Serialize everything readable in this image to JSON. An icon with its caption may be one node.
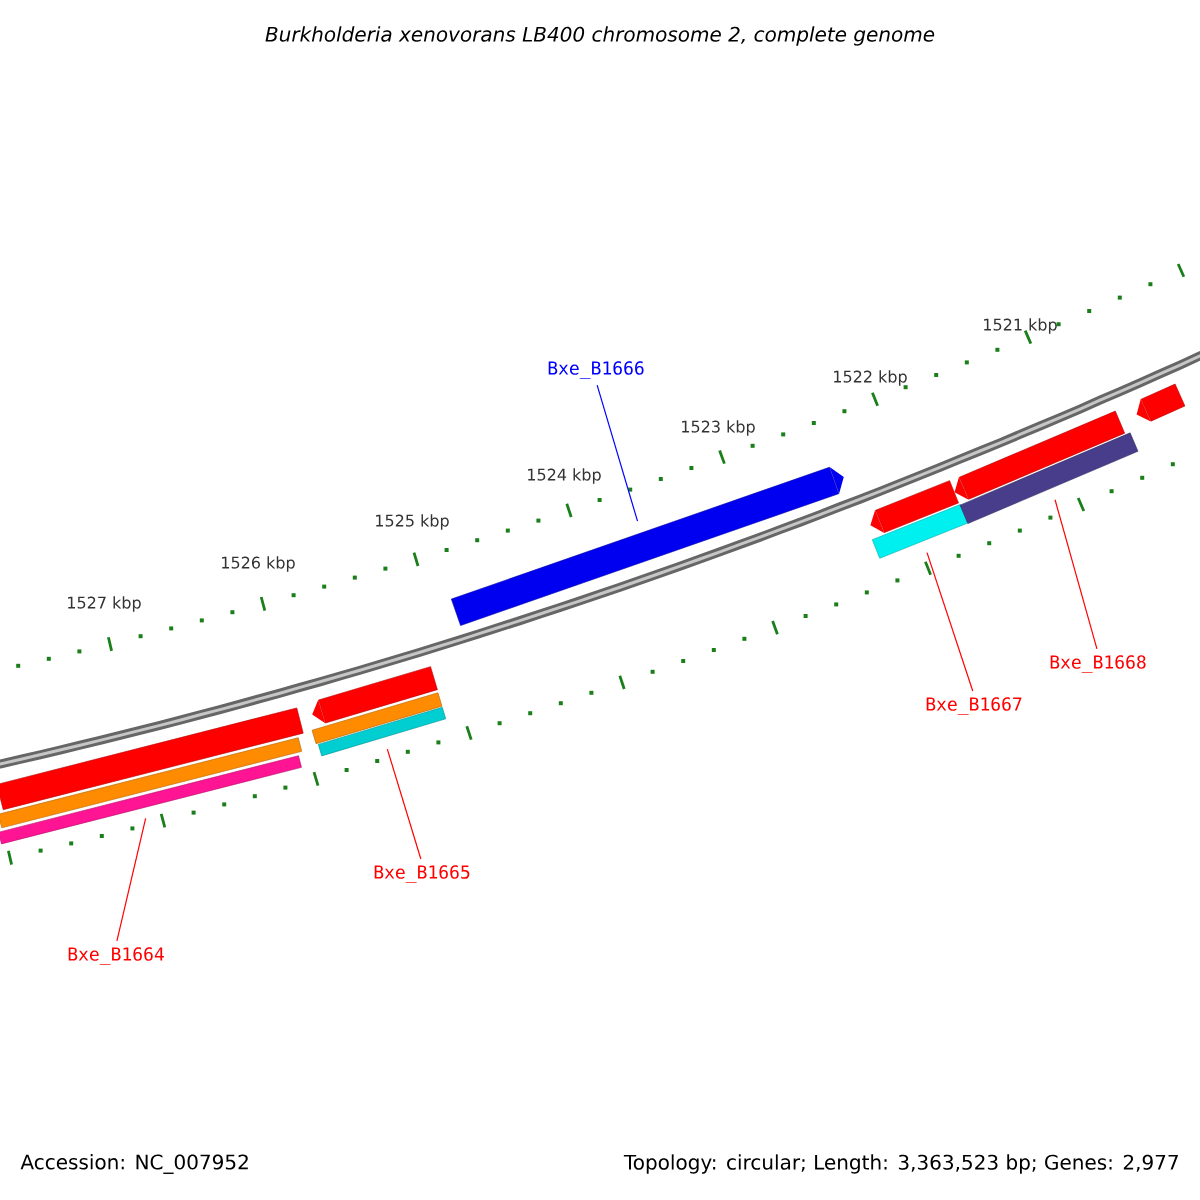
{
  "diagram": {
    "title": "Burkholderia xenovorans LB400 chromosome 2, complete genome",
    "nodes": [
      {
        "text": [
          "Bxe_B1666"
        ]
      },
      {
        "text": [
          "Bxe_B1667"
        ]
      },
      {
        "text": [
          "Bxe_B1668"
        ]
      },
      {
        "text": [
          "Bxe_B1665"
        ]
      },
      {
        "text": [
          "Bxe_B1664"
        ]
      },
      {
        "text": [],
        "shape": "bar"
      },
      {
        "text": [],
        "shape": "bar"
      },
      {
        "text": [],
        "shape": "bar"
      },
      {
        "text": [],
        "shape": "bar"
      },
      {
        "text": [],
        "shape": "bar"
      },
      {
        "text": [],
        "shape": "bar"
      },
      {
        "text": [],
        "shape": "bar"
      },
      {
        "text": [],
        "shape": "bar"
      },
      {
        "text": [],
        "shape": "bar"
      },
      {
        "text": [],
        "shape": "bar"
      },
      {
        "text": [],
        "shape": "bar"
      },
      {
        "text": [],
        "shape": "bar"
      }
    ],
    "edges": [
      {
        "from": 0,
        "to": 11,
        "arrow": "none",
        "color": "#0000ff"
      },
      {
        "from": 1,
        "to": 13,
        "arrow": "none"
      },
      {
        "from": 2,
        "to": 15,
        "arrow": "none"
      },
      {
        "from": 3,
        "to": 10,
        "arrow": "none"
      },
      {
        "from": 4,
        "to": 7,
        "arrow": "none"
      }
    ],
    "labels": [
      "1521 kbp",
      "1522 kbp",
      "1523 kbp",
      "1524 kbp",
      "1525 kbp",
      "1526 kbp",
      "1527 kbp",
      "Accession: NC_007952",
      "Topology: circular; Length: 3,363,523 bp; Genes: 2,977"
    ]
  }
}
